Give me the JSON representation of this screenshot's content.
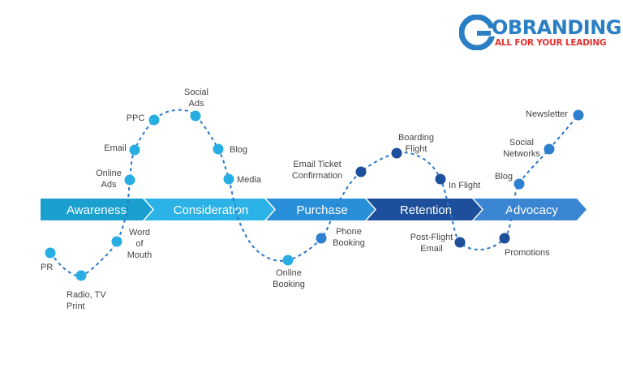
{
  "logo": {
    "brand": "OBRANDING",
    "tagline": "ALL FOR YOUR LEADING"
  },
  "colors": {
    "stage_awareness": "#1aa0cf",
    "stage_consideration": "#2bb2e6",
    "stage_purchase": "#2a8fd9",
    "stage_retention": "#1d4f9c",
    "stage_advocacy": "#3a86d3",
    "dot_light": "#29aee4",
    "dot_dark": "#1d4f9c",
    "dot_mid": "#2d7fcf",
    "curve": "#2a78c8",
    "label": "#444444",
    "logo_blue": "#2a7fc4",
    "logo_red": "#e5312f"
  },
  "stages": [
    "Awareness",
    "Consideration",
    "Purchase",
    "Retention",
    "Advocacy"
  ],
  "touchpoints": [
    {
      "id": "pr",
      "label": [
        "PR"
      ],
      "tone": "light"
    },
    {
      "id": "radio-tv-print",
      "label": [
        "Radio, TV",
        "Print"
      ],
      "tone": "light"
    },
    {
      "id": "word-of-mouth",
      "label": [
        "Word",
        "of",
        "Mouth"
      ],
      "tone": "light"
    },
    {
      "id": "online-ads",
      "label": [
        "Online",
        "Ads"
      ],
      "tone": "light"
    },
    {
      "id": "email",
      "label": [
        "Email"
      ],
      "tone": "light"
    },
    {
      "id": "ppc",
      "label": [
        "PPC"
      ],
      "tone": "light"
    },
    {
      "id": "social-ads",
      "label": [
        "Social",
        "Ads"
      ],
      "tone": "light"
    },
    {
      "id": "blog-awareness",
      "label": [
        "Blog"
      ],
      "tone": "light"
    },
    {
      "id": "media",
      "label": [
        "Media"
      ],
      "tone": "light"
    },
    {
      "id": "online-booking",
      "label": [
        "Online",
        "Booking"
      ],
      "tone": "light"
    },
    {
      "id": "phone-booking",
      "label": [
        "Phone",
        "Booking"
      ],
      "tone": "mid"
    },
    {
      "id": "email-ticket-confirmation",
      "label": [
        "Email Ticket",
        "Confirmation"
      ],
      "tone": "dark"
    },
    {
      "id": "boarding-flight",
      "label": [
        "Boarding",
        "Flight"
      ],
      "tone": "dark"
    },
    {
      "id": "in-flight",
      "label": [
        "In Flight"
      ],
      "tone": "dark"
    },
    {
      "id": "post-flight-email",
      "label": [
        "Post-Flight",
        "Email"
      ],
      "tone": "dark"
    },
    {
      "id": "promotions",
      "label": [
        "Promotions"
      ],
      "tone": "dark"
    },
    {
      "id": "blog-advocacy",
      "label": [
        "Blog"
      ],
      "tone": "mid"
    },
    {
      "id": "social-networks",
      "label": [
        "Social",
        "Networks"
      ],
      "tone": "mid"
    },
    {
      "id": "newsletter",
      "label": [
        "Newsletter"
      ],
      "tone": "mid"
    }
  ]
}
